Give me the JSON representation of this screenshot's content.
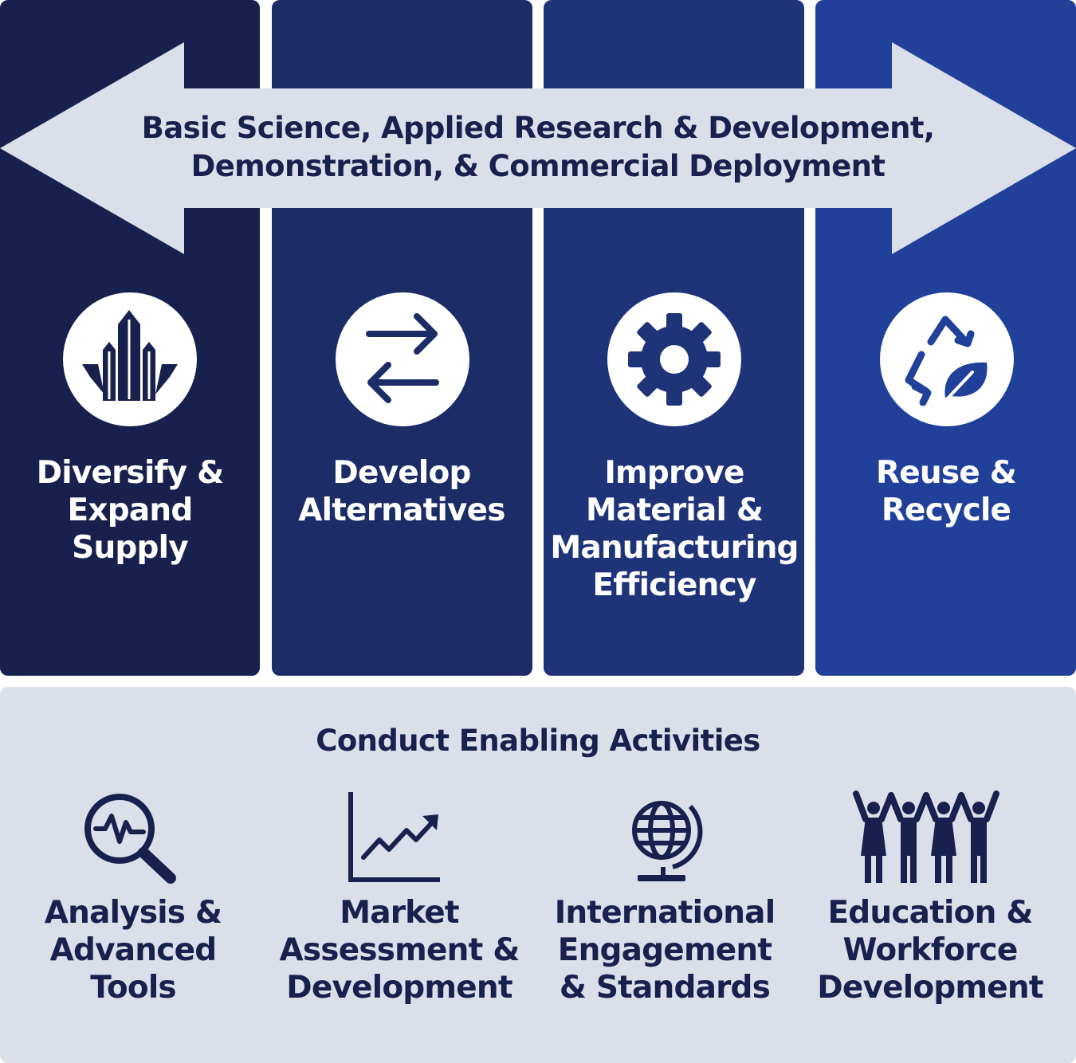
{
  "colors": {
    "pillar_1": "#18214d",
    "pillar_2": "#1b2c66",
    "pillar_3": "#1e3378",
    "pillar_4": "#20409a",
    "arrow_fill": "#dadfea",
    "text_dark": "#18214d",
    "panel": "#dadfea"
  },
  "arrow": {
    "lines": [
      "Basic Science, Applied Research & Development,",
      "Demonstration, & Commercial Deployment"
    ]
  },
  "pillars": [
    {
      "icon": "crystal-icon",
      "lines": [
        "Diversify &",
        "Expand",
        "Supply"
      ]
    },
    {
      "icon": "swap-arrows-icon",
      "lines": [
        "Develop",
        "Alternatives"
      ]
    },
    {
      "icon": "gear-icon",
      "lines": [
        "Improve",
        "Material &",
        "Manufacturing",
        "Efficiency"
      ]
    },
    {
      "icon": "recycle-leaf-icon",
      "lines": [
        "Reuse &",
        "Recycle"
      ]
    }
  ],
  "enabling": {
    "title": "Conduct Enabling Activities",
    "items": [
      {
        "icon": "magnifier-pulse-icon",
        "lines": [
          "Analysis &",
          "Advanced",
          "Tools"
        ]
      },
      {
        "icon": "line-chart-icon",
        "lines": [
          "Market",
          "Assessment &",
          "Development"
        ]
      },
      {
        "icon": "globe-icon",
        "lines": [
          "International",
          "Engagement",
          "& Standards"
        ]
      },
      {
        "icon": "people-icon",
        "lines": [
          "Education &",
          "Workforce",
          "Development"
        ]
      }
    ]
  }
}
